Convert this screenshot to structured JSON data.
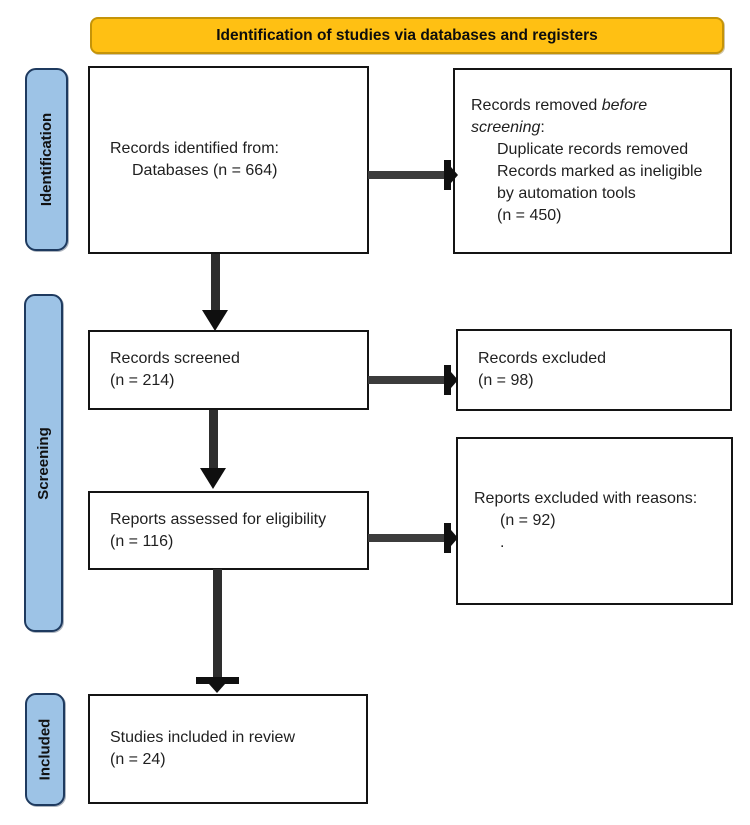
{
  "banner": {
    "title": "Identification of studies via databases and registers"
  },
  "stages": {
    "identification": "Identification",
    "screening": "Screening",
    "included": "Included"
  },
  "boxes": {
    "records_identified": {
      "line1": "Records identified from:",
      "line2": "Databases (n = 664)"
    },
    "records_removed": {
      "line1_normal": "Records removed ",
      "line1_italic": "before",
      "line2_italic": "screening",
      "line2_normal": ":",
      "item1": "Duplicate records removed",
      "item2": "Records marked as ineligible",
      "item3": "by automation tools",
      "count": "(n = 450)"
    },
    "records_screened": {
      "line1": "Records screened",
      "line2": "(n = 214)"
    },
    "records_excluded": {
      "line1": "Records excluded",
      "line2": "(n = 98)"
    },
    "reports_assessed": {
      "line1": "Reports assessed for eligibility",
      "line2": "(n = 116)"
    },
    "reports_excluded": {
      "line1": "Reports excluded with reasons:",
      "line2": "(n = 92)",
      "line3": "."
    },
    "studies_included": {
      "line1": "Studies included in review",
      "line2": "(n = 24)"
    }
  },
  "colors": {
    "banner_bg": "#FFC013",
    "banner_border": "#C59408",
    "stage_bg": "#9DC3E6",
    "stage_border": "#1E3A5F",
    "box_border": "#141414",
    "arrow_shaft": "#3C3C3C",
    "arrow_head": "#101010"
  }
}
